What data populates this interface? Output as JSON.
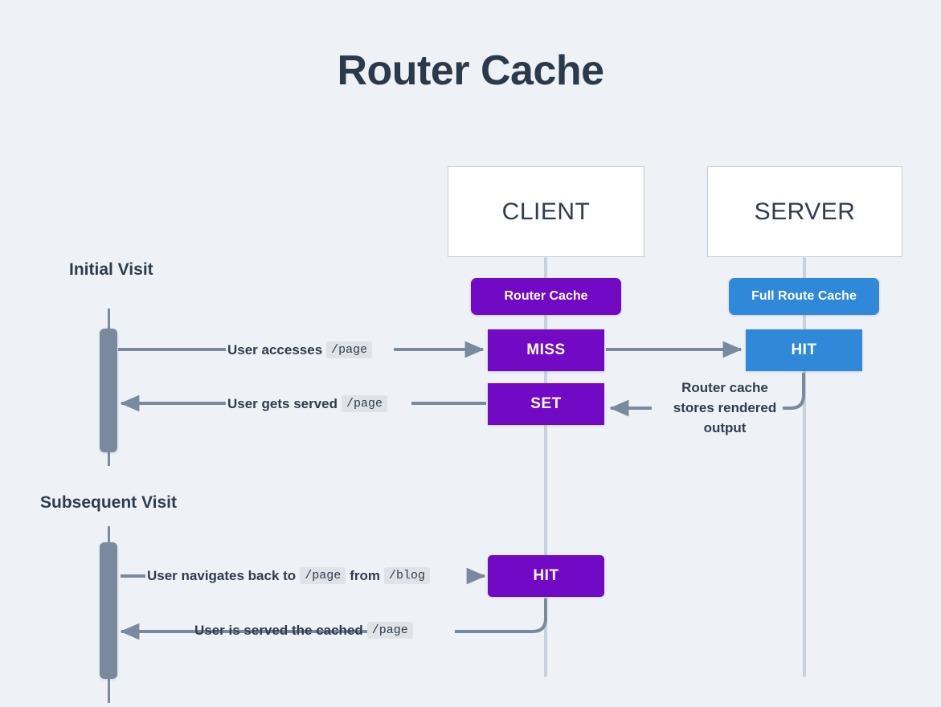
{
  "page": {
    "title": "Router Cache",
    "background_color": "#eef1f5"
  },
  "colors": {
    "purple": "#7209c4",
    "blue": "#2f88d8",
    "slate": "#7a8a9e",
    "lifeline": "#c8d2dd",
    "text": "#2f3c4e",
    "code_chip": "#dfe3e8"
  },
  "participants": [
    {
      "name": "client",
      "label": "CLIENT"
    },
    {
      "name": "server",
      "label": "SERVER"
    }
  ],
  "badges": [
    {
      "name": "router-cache",
      "label": "Router Cache",
      "color": "#7209c4"
    },
    {
      "name": "full-route-cache",
      "label": "Full Route Cache",
      "color": "#2f88d8"
    }
  ],
  "sections": [
    {
      "name": "initial-visit",
      "label": "Initial Visit"
    },
    {
      "name": "subsequent-visit",
      "label": "Subsequent Visit"
    }
  ],
  "states": [
    {
      "name": "miss",
      "label": "MISS",
      "side": "client",
      "color": "#7209c4"
    },
    {
      "name": "set",
      "label": "SET",
      "side": "client",
      "color": "#7209c4"
    },
    {
      "name": "hit-server",
      "label": "HIT",
      "side": "server",
      "color": "#2f88d8"
    },
    {
      "name": "hit-client",
      "label": "HIT",
      "side": "client",
      "color": "#7209c4"
    }
  ],
  "messages": {
    "user_accesses": {
      "pre": "User accesses",
      "code1": "/page",
      "mid": "",
      "code2": "",
      "post": ""
    },
    "user_gets_served": {
      "pre": "User gets served",
      "code1": "/page",
      "mid": "",
      "code2": "",
      "post": ""
    },
    "user_navigates_back": {
      "pre": "User navigates back to",
      "code1": "/page",
      "mid": "from",
      "code2": "/blog",
      "post": ""
    },
    "user_is_served_cached": {
      "pre": "User is served the cached",
      "code1": "/page",
      "mid": "",
      "code2": "",
      "post": ""
    }
  },
  "notes": {
    "router_cache_stores": "Router cache\nstores rendered\noutput"
  }
}
